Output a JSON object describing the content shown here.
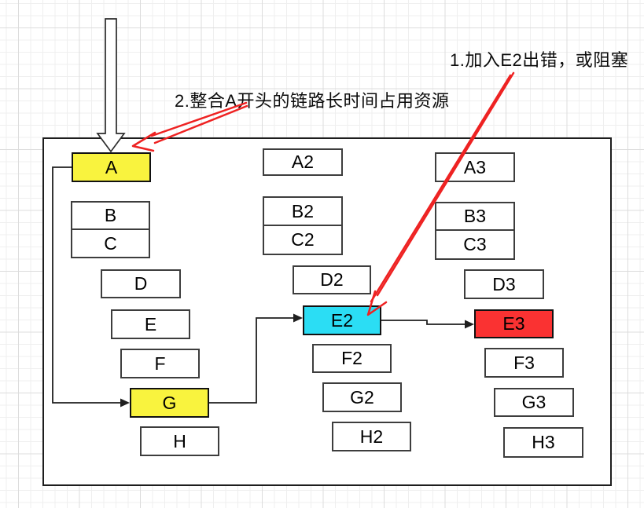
{
  "diagram": {
    "annotations": [
      {
        "id": "note-1",
        "text": "1.加入E2出错，或阻塞"
      },
      {
        "id": "note-2",
        "text": "2.整合A开头的链路长时间占用资源"
      }
    ],
    "columns": [
      {
        "name": "chain-1",
        "nodes": [
          {
            "id": "A",
            "label": "A",
            "fill": "#f9f33e"
          },
          {
            "id": "B",
            "label": "B",
            "fill": "#ffffff"
          },
          {
            "id": "C",
            "label": "C",
            "fill": "#ffffff"
          },
          {
            "id": "D",
            "label": "D",
            "fill": "#ffffff"
          },
          {
            "id": "E",
            "label": "E",
            "fill": "#ffffff"
          },
          {
            "id": "F",
            "label": "F",
            "fill": "#ffffff"
          },
          {
            "id": "G",
            "label": "G",
            "fill": "#f9f33e"
          },
          {
            "id": "H",
            "label": "H",
            "fill": "#ffffff"
          }
        ]
      },
      {
        "name": "chain-2",
        "nodes": [
          {
            "id": "A2",
            "label": "A2",
            "fill": "#ffffff"
          },
          {
            "id": "B2",
            "label": "B2",
            "fill": "#ffffff"
          },
          {
            "id": "C2",
            "label": "C2",
            "fill": "#ffffff"
          },
          {
            "id": "D2",
            "label": "D2",
            "fill": "#ffffff"
          },
          {
            "id": "E2",
            "label": "E2",
            "fill": "#2bddf4"
          },
          {
            "id": "F2",
            "label": "F2",
            "fill": "#ffffff"
          },
          {
            "id": "G2",
            "label": "G2",
            "fill": "#ffffff"
          },
          {
            "id": "H2",
            "label": "H2",
            "fill": "#ffffff"
          }
        ]
      },
      {
        "name": "chain-3",
        "nodes": [
          {
            "id": "A3",
            "label": "A3",
            "fill": "#ffffff"
          },
          {
            "id": "B3",
            "label": "B3",
            "fill": "#ffffff"
          },
          {
            "id": "C3",
            "label": "C3",
            "fill": "#ffffff"
          },
          {
            "id": "D3",
            "label": "D3",
            "fill": "#ffffff"
          },
          {
            "id": "E3",
            "label": "E3",
            "fill": "#fa3232"
          },
          {
            "id": "F3",
            "label": "F3",
            "fill": "#ffffff"
          },
          {
            "id": "G3",
            "label": "G3",
            "fill": "#ffffff"
          },
          {
            "id": "H3",
            "label": "H3",
            "fill": "#ffffff"
          }
        ]
      }
    ],
    "edges": [
      {
        "from": "start",
        "to": "A",
        "style": "hollow-black"
      },
      {
        "from": "A",
        "to": "G",
        "style": "black"
      },
      {
        "from": "G",
        "to": "E2",
        "style": "black"
      },
      {
        "from": "E2",
        "to": "E3",
        "style": "black"
      },
      {
        "from": "note-2",
        "to": "A",
        "style": "red-sketch"
      },
      {
        "from": "note-1",
        "to": "E2",
        "style": "red-sketch"
      }
    ],
    "colors": {
      "highlight_yellow": "#f9f33e",
      "highlight_cyan": "#2bddf4",
      "highlight_red": "#fa3232",
      "annotation_red": "#ee2222",
      "node_border": "#3d3d3d",
      "connector_black": "#1f1f1f"
    }
  }
}
